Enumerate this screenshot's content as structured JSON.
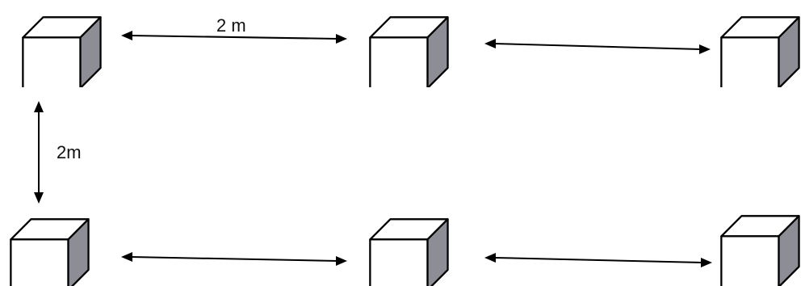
{
  "diagram": {
    "labels": {
      "horizontal_spacing": "2 m",
      "vertical_spacing": "2m"
    },
    "layout": {
      "rows": 2,
      "columns": 3
    },
    "colors": {
      "box_face": "#ffffff",
      "box_side": "#8d8d96",
      "outline": "#000000"
    }
  }
}
